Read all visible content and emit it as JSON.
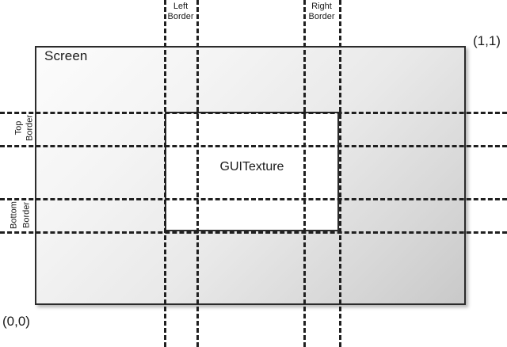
{
  "diagram": {
    "title": "Unity GUITexture screen border layout diagram",
    "screen": {
      "label": "Screen",
      "origin_label": "(0,0)",
      "max_label": "(1,1)",
      "fill": "gradient-white-to-gray",
      "stroke": "#2b2b2b"
    },
    "guitexture": {
      "label": "GUITexture",
      "fill": "#ffffff",
      "stroke": "#2b2b2b"
    },
    "borders": [
      {
        "name": "left",
        "line1": "Left",
        "line2": "Border",
        "orientation": "vertical",
        "position": "top"
      },
      {
        "name": "right",
        "line1": "Right",
        "line2": "Border",
        "orientation": "vertical",
        "position": "top"
      },
      {
        "name": "top",
        "line1": "Top",
        "line2": "Border",
        "orientation": "horizontal",
        "position": "left"
      },
      {
        "name": "bottom",
        "line1": "Bottom",
        "line2": "Border",
        "orientation": "horizontal",
        "position": "left"
      }
    ],
    "guide_lines": {
      "vertical_x": [
        207,
        248,
        383,
        428
      ],
      "horizontal_y": [
        141,
        183,
        250,
        292
      ],
      "style": "dashed",
      "color": "#1f1f1f"
    }
  }
}
